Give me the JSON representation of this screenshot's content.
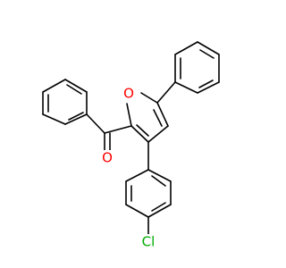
{
  "molecule": {
    "atoms": {
      "oxygen_ketone": "O",
      "oxygen_furan": "O",
      "chlorine": "Cl"
    },
    "colors": {
      "bond": "#000000",
      "oxygen": "#ff0000",
      "chlorine": "#00aa00"
    }
  }
}
